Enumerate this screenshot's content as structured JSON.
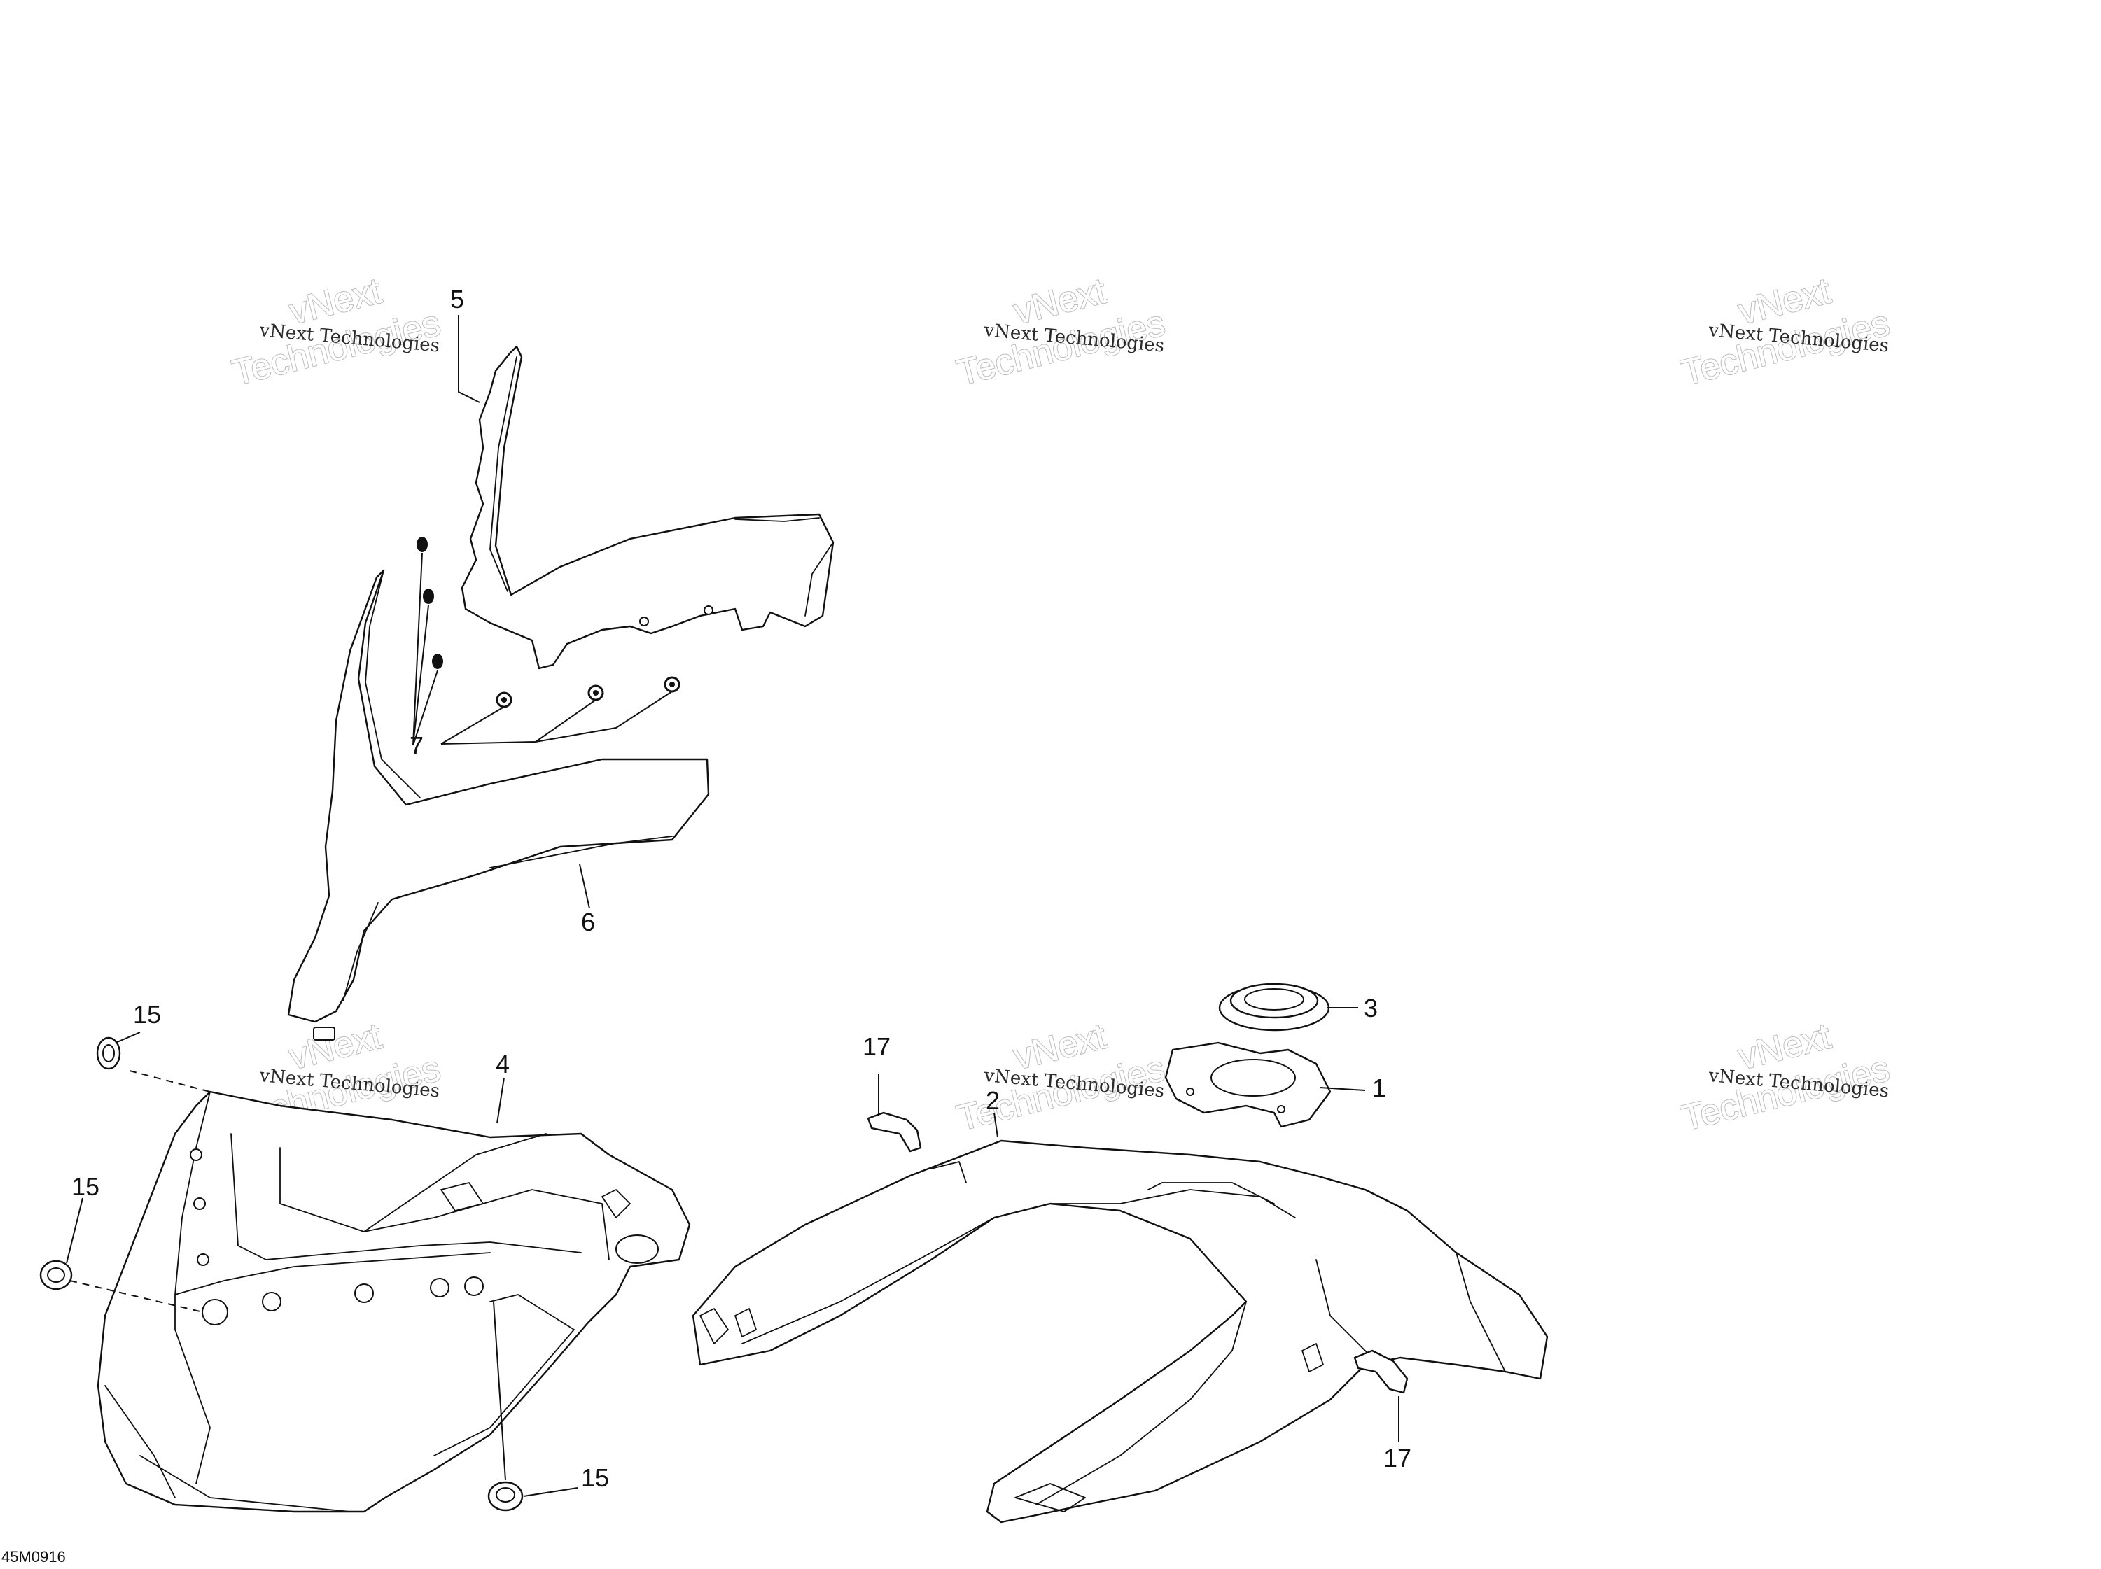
{
  "diagram": {
    "reference_code": "45M0916",
    "watermark": {
      "line1": "vNext Technologies",
      "line2_top": "vNext",
      "line2_bottom": "Technologies"
    },
    "callouts": [
      {
        "id": "c5",
        "label": "5"
      },
      {
        "id": "c7",
        "label": "7"
      },
      {
        "id": "c6",
        "label": "6"
      },
      {
        "id": "c15a",
        "label": "15"
      },
      {
        "id": "c15b",
        "label": "15"
      },
      {
        "id": "c15c",
        "label": "15"
      },
      {
        "id": "c4",
        "label": "4"
      },
      {
        "id": "c17a",
        "label": "17"
      },
      {
        "id": "c2",
        "label": "2"
      },
      {
        "id": "c3",
        "label": "3"
      },
      {
        "id": "c1",
        "label": "1"
      },
      {
        "id": "c17b",
        "label": "17"
      }
    ]
  }
}
